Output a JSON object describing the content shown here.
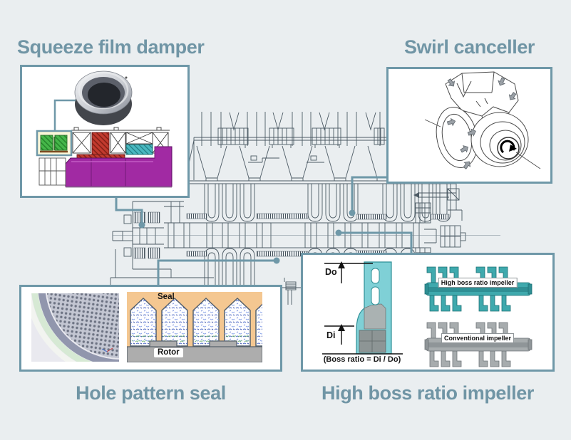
{
  "background": "#eaeef0",
  "accent_color": "#6f98a8",
  "title_color": "#7095a5",
  "callouts": {
    "squeeze_film_damper": {
      "title": "Squeeze film damper"
    },
    "swirl_canceller": {
      "title": "Swirl canceller"
    },
    "hole_pattern_seal": {
      "title": "Hole pattern seal",
      "seal_label": "Seal",
      "rotor_label": "Rotor"
    },
    "high_boss_ratio_impeller": {
      "title": "High boss ratio impeller",
      "outer_diameter_label": "Do",
      "inner_diameter_label": "Di",
      "boss_ratio_formula": "(Boss ratio = Di / Do)",
      "high_boss_impeller_label": "High boss ratio impeller",
      "conventional_impeller_label": "Conventional impeller"
    }
  },
  "illustration_colors": {
    "drawing_line": "#4c5a64",
    "damper_shaft_purple": "#a12aa3",
    "damper_red": "#c23a2e",
    "damper_green": "#45b649",
    "damper_cyan": "#49b8c0",
    "impeller_teal": "#3fa9ad",
    "impeller_gray": "#a7acae",
    "cfd_background": "#f4c791",
    "rotor_gray": "#adadad"
  }
}
